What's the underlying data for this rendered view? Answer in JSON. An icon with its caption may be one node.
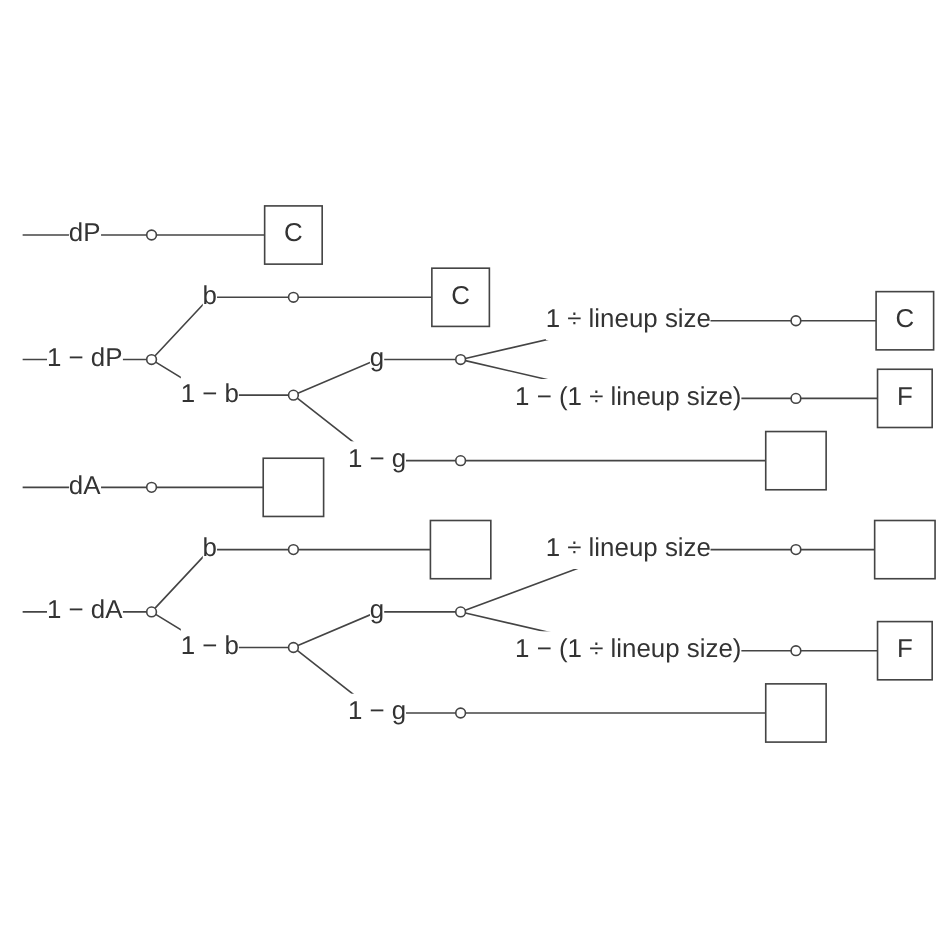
{
  "diagram": {
    "nodes": [
      {
        "text": [],
        "shape": "circle"
      },
      {
        "text": [
          "C"
        ]
      },
      {
        "text": [],
        "shape": "circle"
      },
      {
        "text": [],
        "shape": "circle"
      },
      {
        "text": [
          "C"
        ]
      },
      {
        "text": [],
        "shape": "circle"
      },
      {
        "text": [],
        "shape": "circle"
      },
      {
        "text": [],
        "shape": "circle"
      },
      {
        "text": [
          "C"
        ]
      },
      {
        "text": [],
        "shape": "circle"
      },
      {
        "text": [
          "F"
        ]
      },
      {
        "text": [],
        "shape": "circle"
      },
      {
        "text": [],
        "shape": "box"
      },
      {
        "text": [],
        "shape": "circle"
      },
      {
        "text": [],
        "shape": "box"
      },
      {
        "text": [],
        "shape": "circle"
      },
      {
        "text": [],
        "shape": "circle"
      },
      {
        "text": [],
        "shape": "box"
      },
      {
        "text": [],
        "shape": "circle"
      },
      {
        "text": [],
        "shape": "circle"
      },
      {
        "text": [],
        "shape": "circle"
      },
      {
        "text": [],
        "shape": "box"
      },
      {
        "text": [],
        "shape": "circle"
      },
      {
        "text": [
          "F"
        ]
      },
      {
        "text": [],
        "shape": "circle"
      },
      {
        "text": [],
        "shape": "box"
      }
    ],
    "edges": [
      {
        "from": null,
        "to": 0,
        "arrow": "none",
        "label": "dP"
      },
      {
        "from": 0,
        "to": 1,
        "arrow": "none"
      },
      {
        "from": null,
        "to": 2,
        "arrow": "none",
        "label": "1 − dP"
      },
      {
        "from": 2,
        "to": 3,
        "arrow": "none",
        "label": "b"
      },
      {
        "from": 3,
        "to": 4,
        "arrow": "none"
      },
      {
        "from": 2,
        "to": 5,
        "arrow": "none",
        "label": "1 − b"
      },
      {
        "from": 5,
        "to": 6,
        "arrow": "none",
        "label": "g"
      },
      {
        "from": 6,
        "to": 7,
        "arrow": "none",
        "label": "1 ÷ lineup size"
      },
      {
        "from": 7,
        "to": 8,
        "arrow": "none"
      },
      {
        "from": 6,
        "to": 9,
        "arrow": "none",
        "label": "1 − (1 ÷ lineup size)"
      },
      {
        "from": 9,
        "to": 10,
        "arrow": "none"
      },
      {
        "from": 5,
        "to": 11,
        "arrow": "none",
        "label": "1 − g"
      },
      {
        "from": 11,
        "to": 12,
        "arrow": "none"
      },
      {
        "from": null,
        "to": 13,
        "arrow": "none",
        "label": "dA"
      },
      {
        "from": 13,
        "to": 14,
        "arrow": "none"
      },
      {
        "from": null,
        "to": 15,
        "arrow": "none",
        "label": "1 − dA"
      },
      {
        "from": 15,
        "to": 16,
        "arrow": "none",
        "label": "b"
      },
      {
        "from": 16,
        "to": 17,
        "arrow": "none"
      },
      {
        "from": 15,
        "to": 18,
        "arrow": "none",
        "label": "1 − b"
      },
      {
        "from": 18,
        "to": 19,
        "arrow": "none",
        "label": "g"
      },
      {
        "from": 19,
        "to": 20,
        "arrow": "none",
        "label": "1 ÷ lineup size"
      },
      {
        "from": 20,
        "to": 21,
        "arrow": "none"
      },
      {
        "from": 19,
        "to": 22,
        "arrow": "none",
        "label": "1 − (1 ÷ lineup size)"
      },
      {
        "from": 22,
        "to": 23,
        "arrow": "none"
      },
      {
        "from": 18,
        "to": 24,
        "arrow": "none",
        "label": "1 − g"
      },
      {
        "from": 24,
        "to": 25,
        "arrow": "none"
      }
    ]
  }
}
